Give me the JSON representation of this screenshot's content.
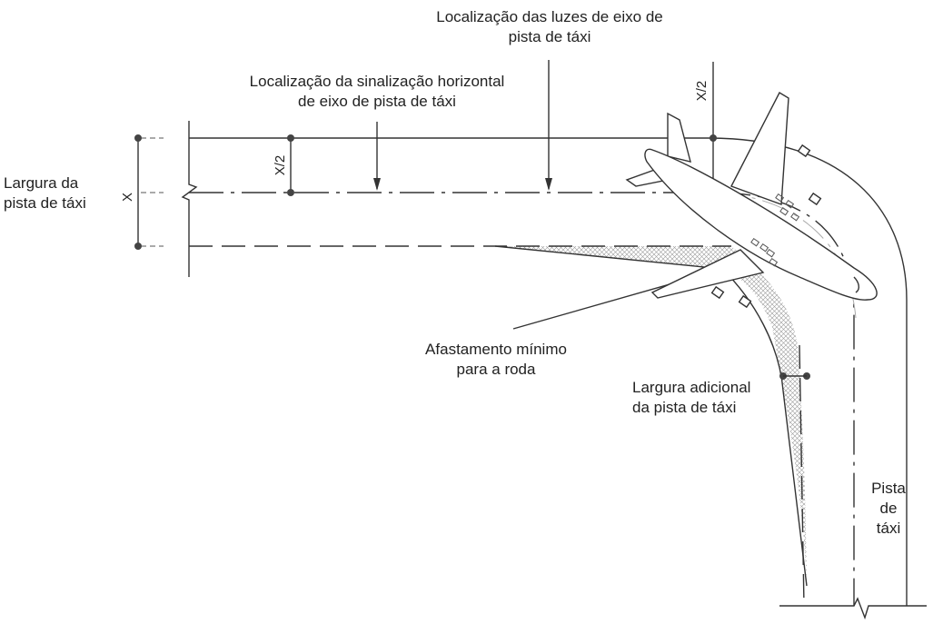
{
  "labels": {
    "lights_location": [
      "Localização das luzes de eixo de",
      "pista de táxi"
    ],
    "marking_location": [
      "Localização da sinalização horizontal",
      "de eixo de pista de táxi"
    ],
    "taxiway_width": [
      "Largura da",
      "pista de táxi"
    ],
    "min_wheel_clearance": [
      "Afastamento mínimo",
      "para a roda"
    ],
    "additional_width": [
      "Largura adicional",
      "da pista de táxi"
    ],
    "taxiway": [
      "Pista",
      "de",
      "táxi"
    ],
    "x": "X",
    "x_half_left": "X/2",
    "x_half_right": "X/2"
  }
}
